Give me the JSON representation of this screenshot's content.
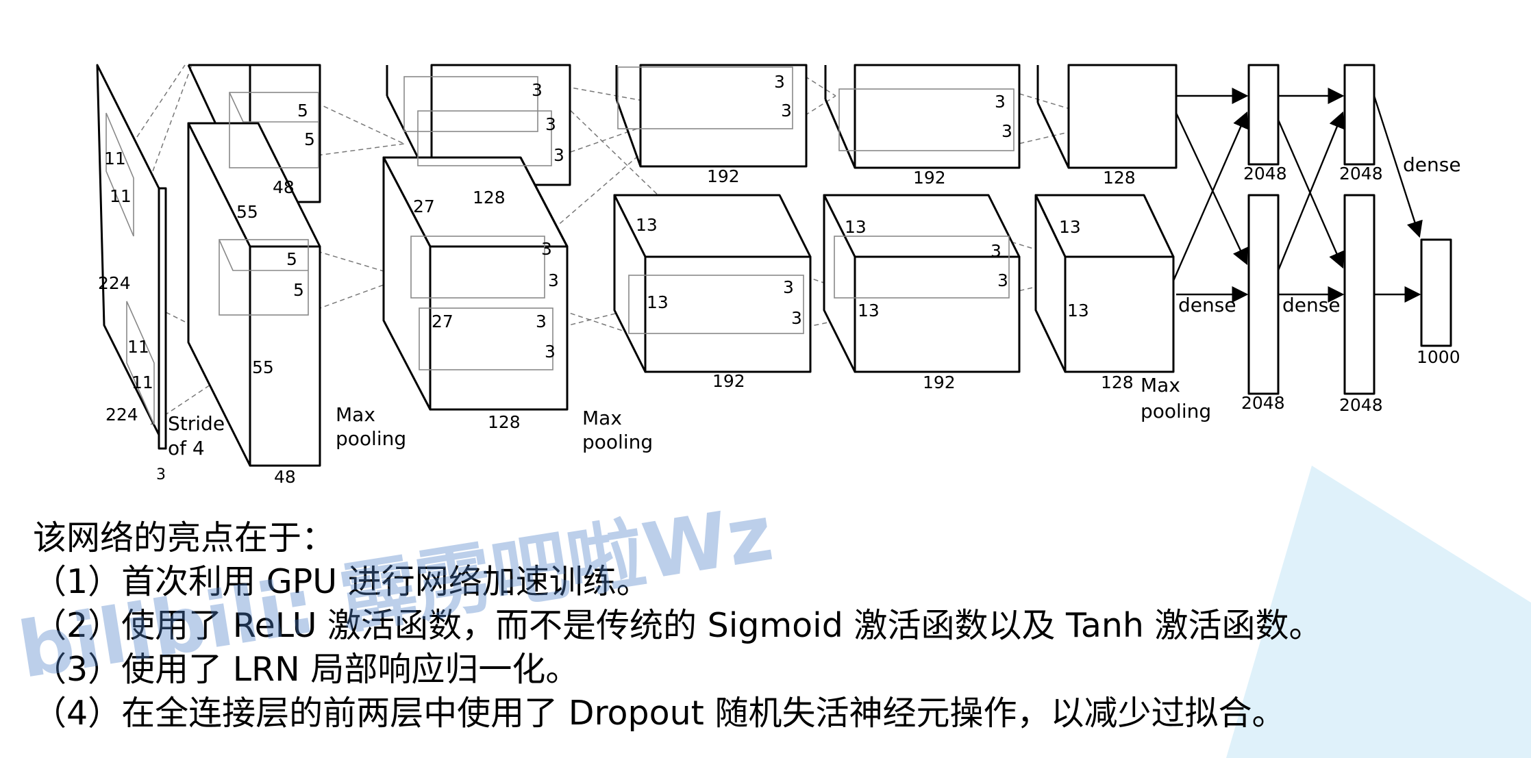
{
  "colors": {
    "watermark": "#5082c8",
    "triangle": "#dff1fa"
  },
  "watermark": "bilibili: 霹雳吧啦Wz",
  "diagram": {
    "input": {
      "dim_side": "224",
      "dim_bottom": "224",
      "depth": "3",
      "kernel_a": "11",
      "kernel_b": "11",
      "kernel_c": "11",
      "kernel_d": "11",
      "stride_1": "Stride",
      "stride_2": "of 4"
    },
    "conv1": {
      "size_side": "55",
      "size_in": "55",
      "depth_top": "48",
      "depth_bottom": "48",
      "k1": "5",
      "k2": "5",
      "k3": "5",
      "k4": "5"
    },
    "conv2": {
      "size": "27",
      "size_in": "27",
      "depth_top": "128",
      "depth_bottom": "128",
      "k": "3",
      "pool_1": "Max",
      "pool_2": "pooling"
    },
    "conv3": {
      "size": "13",
      "size_in": "13",
      "depth_top": "192",
      "depth_bottom": "192",
      "k": "3"
    },
    "conv4": {
      "size": "13",
      "size_in": "13",
      "depth_top": "192",
      "depth_bottom": "192",
      "k": "3"
    },
    "conv5": {
      "size": "13",
      "size_in": "13",
      "depth_top": "128",
      "depth_bottom": "128",
      "pool_1": "Max",
      "pool_2": "pooling"
    },
    "fc6": {
      "top": "2048",
      "bottom": "2048"
    },
    "fc7": {
      "top": "2048",
      "bottom": "2048"
    },
    "out": {
      "size": "1000"
    },
    "dense": "dense"
  },
  "notes": {
    "intro": "该网络的亮点在于：",
    "p1": "（1）首次利用 GPU 进行网络加速训练。",
    "p2": "（2）使用了 ReLU 激活函数，而不是传统的 Sigmoid 激活函数以及 Tanh 激活函数。",
    "p3": "（3）使用了 LRN 局部响应归一化。",
    "p4": "（4）在全连接层的前两层中使用了 Dropout 随机失活神经元操作，以减少过拟合。"
  }
}
